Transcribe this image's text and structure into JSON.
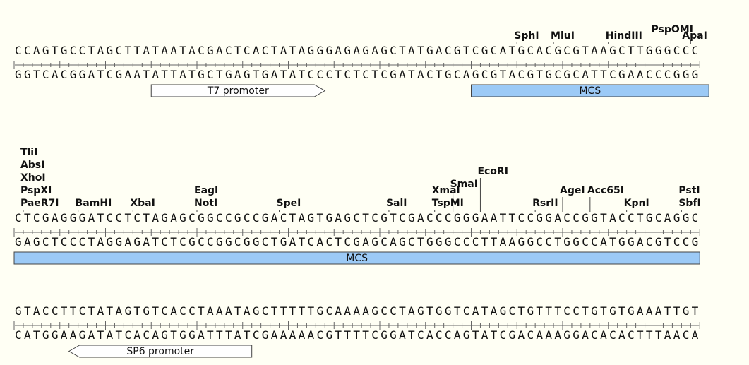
{
  "colors": {
    "background": "#fffff4",
    "mcs_fill": "#9ccaf6",
    "promoter_fill": "#ffffff",
    "outline": "#444444"
  },
  "rows": [
    {
      "top_strand": "CCAGTGCCTAGCTTATAATACGACTCACTATAGGGAGAGAGCTATGACGTCGCATGCACGCGTAAGCTTGGGCCC",
      "bottom_strand": "GGTCACGGATCGAATATTATGCTGAGTGATATCCCTCTCTCGATACTGCAGCGTACGTGCGCATTCGAACCCGGG",
      "sites": [
        {
          "names": [
            "SphI"
          ],
          "cut": 55
        },
        {
          "names": [
            "MluI"
          ],
          "cut": 59
        },
        {
          "names": [
            "HindIII"
          ],
          "cut": 65
        },
        {
          "names": [
            "PspOMI"
          ],
          "cut": 70
        },
        {
          "names": [
            "ApaI"
          ],
          "cut": 74
        }
      ],
      "features": [
        {
          "label": "T7 promoter",
          "start": 15,
          "end": 33,
          "type": "arrow-right"
        },
        {
          "label": "MCS",
          "start": 50,
          "end": 75,
          "type": "box"
        }
      ]
    },
    {
      "top_strand": "CTCGAGGGATCCTCTAGAGCGGCCGCCGACTAGTGAGCTCGTCGACCCGGGAATTCCGGACCGGTACCTGCAGGC",
      "bottom_strand": "GAGCTCCCTAGGAGATCTCGCCGGCGGCTGATCACTCGAGCAGCTGGGCCCTTAAGGCCTGGCCATGGACGTCCG",
      "sites": [
        {
          "names": [
            "TliI",
            "AbsI",
            "XhoI",
            "PspXI",
            "PaeR7I"
          ],
          "cut": 1
        },
        {
          "names": [
            "BamHI"
          ],
          "cut": 7
        },
        {
          "names": [
            "XbaI"
          ],
          "cut": 13
        },
        {
          "names": [
            "EagI",
            "NotI"
          ],
          "cut": 20
        },
        {
          "names": [
            "SpeI"
          ],
          "cut": 29
        },
        {
          "names": [
            "SalI"
          ],
          "cut": 41
        },
        {
          "names": [
            "XmaI",
            "TspMI"
          ],
          "cut": 46
        },
        {
          "names": [
            "SmaI"
          ],
          "cut": 48
        },
        {
          "names": [
            "EcoRI"
          ],
          "cut": 51
        },
        {
          "names": [
            "RsrII"
          ],
          "cut": 57
        },
        {
          "names": [
            "AgeI"
          ],
          "cut": 60
        },
        {
          "names": [
            "Acc65I"
          ],
          "cut": 63
        },
        {
          "names": [
            "KpnI"
          ],
          "cut": 67
        },
        {
          "names": [
            "PstI",
            "SbfI"
          ],
          "cut": 73
        }
      ],
      "features": [
        {
          "label": "MCS",
          "start": 0,
          "end": 74,
          "type": "box"
        }
      ]
    },
    {
      "top_strand": "GTACCTTCTATAGTGTCACCTAAATAGCTTTTTGCAAAAGCCTAGTGGTCATAGCTGTTTCCTGTGTGAAATTGT",
      "bottom_strand": "CATGGAAGATATCACAGTGGATTTATCGAAAAACGTTTTCGGATCACCAGTATCGACAAAGGACACACTTTAACA",
      "sites": [],
      "features": [
        {
          "label": "SP6 promoter",
          "start": 6,
          "end": 25,
          "type": "arrow-left"
        }
      ]
    }
  ]
}
